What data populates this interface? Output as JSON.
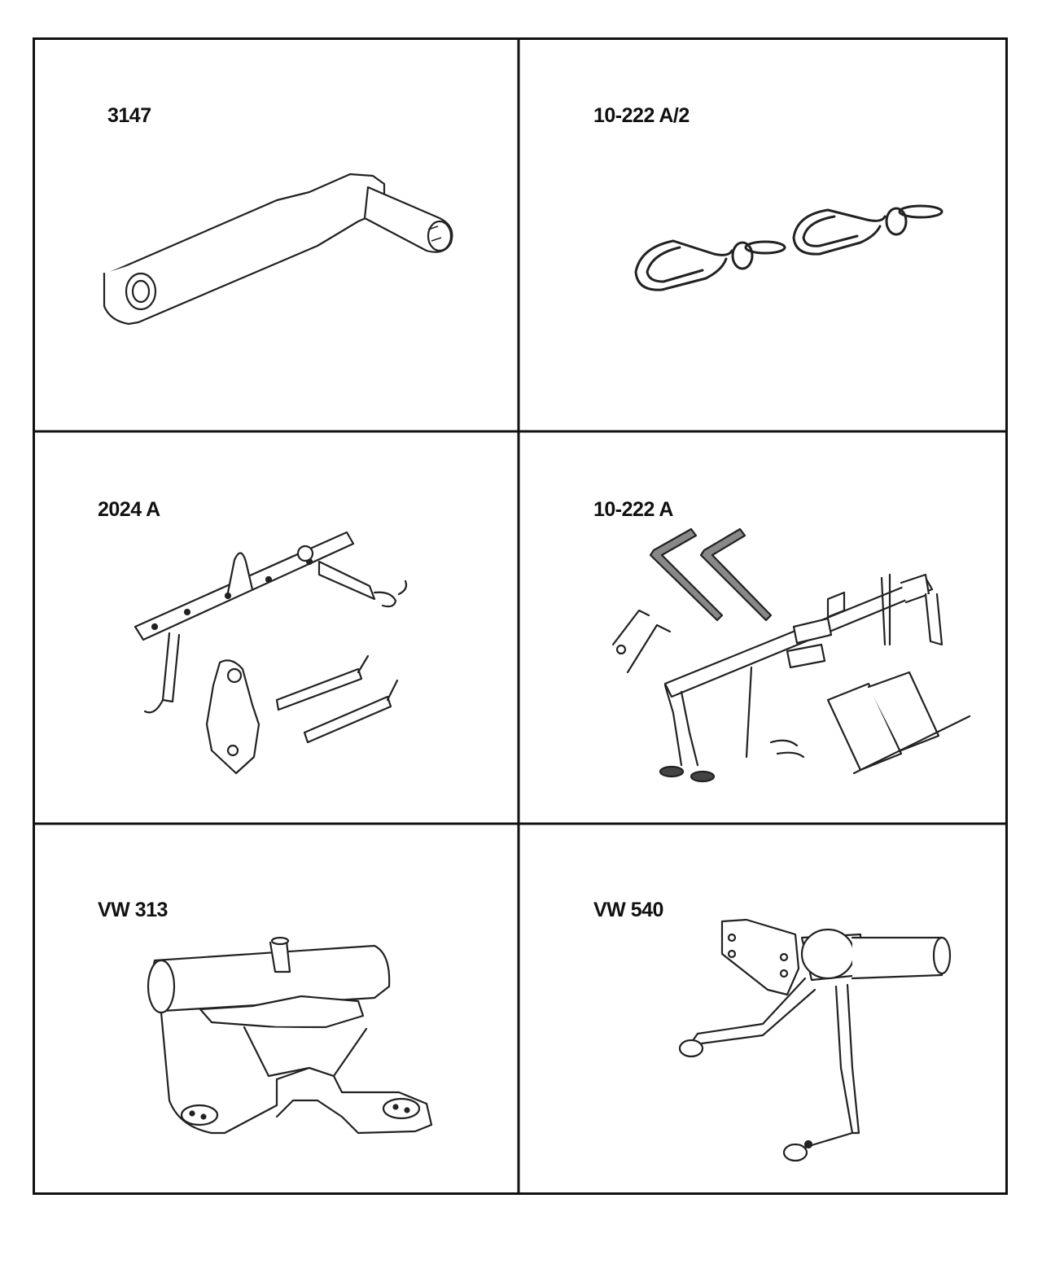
{
  "cells": [
    {
      "label": "3147",
      "tool": "offset-lever"
    },
    {
      "label": "10-222 A/2",
      "tool": "hook-pair"
    },
    {
      "label": "2024 A",
      "tool": "lifting-bar-set"
    },
    {
      "label": "10-222 A",
      "tool": "support-bridge"
    },
    {
      "label": "VW 313",
      "tool": "engine-mount"
    },
    {
      "label": "VW 540",
      "tool": "crank-holder"
    }
  ]
}
